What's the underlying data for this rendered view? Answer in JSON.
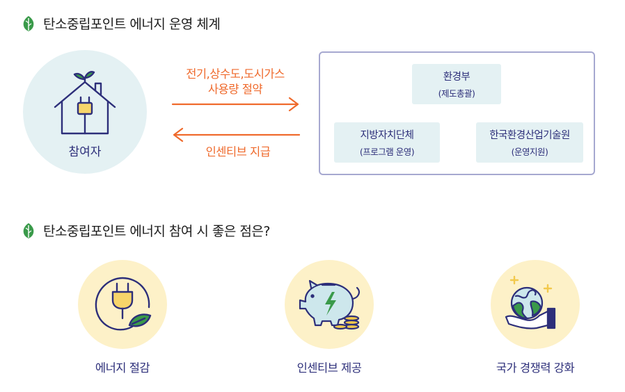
{
  "sections": {
    "operation_title": "탄소중립포인트 에너지 운영 체계",
    "benefits_title": "탄소중립포인트 에너지 참여 시 좋은 점은?"
  },
  "participant": {
    "label": "참여자"
  },
  "flow": {
    "saving_line1": "전기,상수도,도시가스",
    "saving_line2": "사용량 절약",
    "incentive": "인센티브 지급"
  },
  "organizations": {
    "moe": {
      "name": "환경부",
      "role": "(제도총괄)"
    },
    "local": {
      "name": "지방자치단체",
      "role": "(프로그램 운영)"
    },
    "keiti": {
      "name": "한국환경산업기술원",
      "role": "(운영지원)"
    }
  },
  "benefits": [
    {
      "label": "에너지 절감",
      "icon": "plug-leaf-icon"
    },
    {
      "label": "인센티브 제공",
      "icon": "piggy-bank-icon"
    },
    {
      "label": "국가 경쟁력 강화",
      "icon": "globe-hand-icon"
    }
  ],
  "colors": {
    "navy": "#2d2f7a",
    "orange": "#ef6a2c",
    "leaf_green": "#3a9a4a",
    "light_teal": "#e4f1f3",
    "light_yellow": "#fdf1c8",
    "box_border": "#a6a8d0"
  }
}
